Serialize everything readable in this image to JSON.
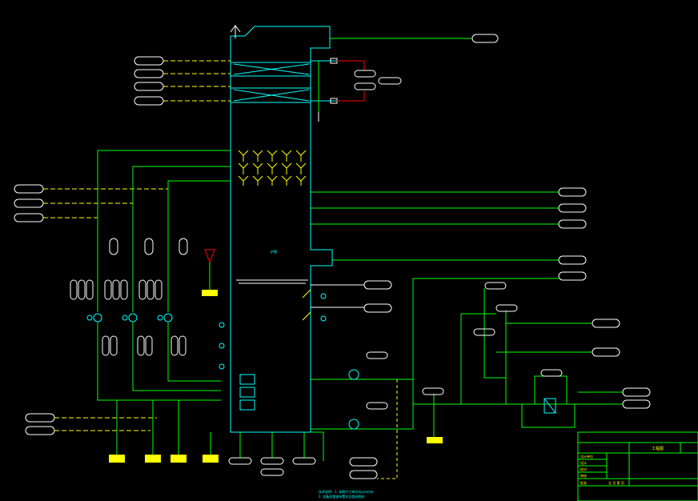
{
  "drawing": {
    "furnace_label": "炉膛",
    "title_block": {
      "title": "工程图",
      "rows": [
        "设计单位",
        "设计",
        "校对",
        "审核",
        "批准"
      ],
      "footer": "全  页  第  页",
      "note_lines": [
        "技术说明：1. 本图尺寸单位均以mm计",
        "2. 设备及管道布置详见相关图纸"
      ]
    }
  },
  "colors": {
    "cyan": "#00ffff",
    "green": "#00ff00",
    "yellow": "#ffff00",
    "red": "#ff0000",
    "white": "#ffffff",
    "blue": "#3366ff"
  }
}
